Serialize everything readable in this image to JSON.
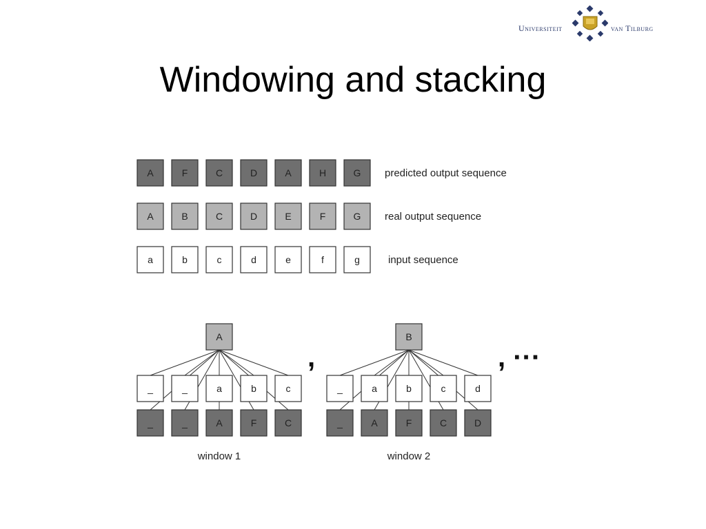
{
  "logo": {
    "left_word": "Universiteit",
    "right_word": "van Tilburg",
    "colors": {
      "text": "#2b3a6b",
      "diamond": "#2b3a6b",
      "emblem": "#c9a227"
    }
  },
  "title": "Windowing and stacking",
  "sequences": [
    {
      "label": "predicted output sequence",
      "style": "dark",
      "cells": [
        "A",
        "F",
        "C",
        "D",
        "A",
        "H",
        "G"
      ]
    },
    {
      "label": "real output sequence",
      "style": "mid",
      "cells": [
        "A",
        "B",
        "C",
        "D",
        "E",
        "F",
        "G"
      ]
    },
    {
      "label": "input sequence",
      "style": "light",
      "cells": [
        "a",
        "b",
        "c",
        "d",
        "e",
        "f",
        "g"
      ]
    }
  ],
  "windows": [
    {
      "label": "window 1",
      "target": "A",
      "inputs": [
        "_",
        "_",
        "a",
        "b",
        "c"
      ],
      "predicted": [
        "_",
        "_",
        "A",
        "F",
        "C"
      ]
    },
    {
      "label": "window 2",
      "target": "B",
      "inputs": [
        "_",
        "a",
        "b",
        "c",
        "d"
      ],
      "predicted": [
        "_",
        "A",
        "F",
        "C",
        "D"
      ]
    }
  ],
  "separators": [
    ",",
    ", ···"
  ],
  "colors": {
    "dark": "#6f6f6f",
    "mid": "#b3b3b3",
    "light": "#ffffff",
    "border": "#333333"
  }
}
